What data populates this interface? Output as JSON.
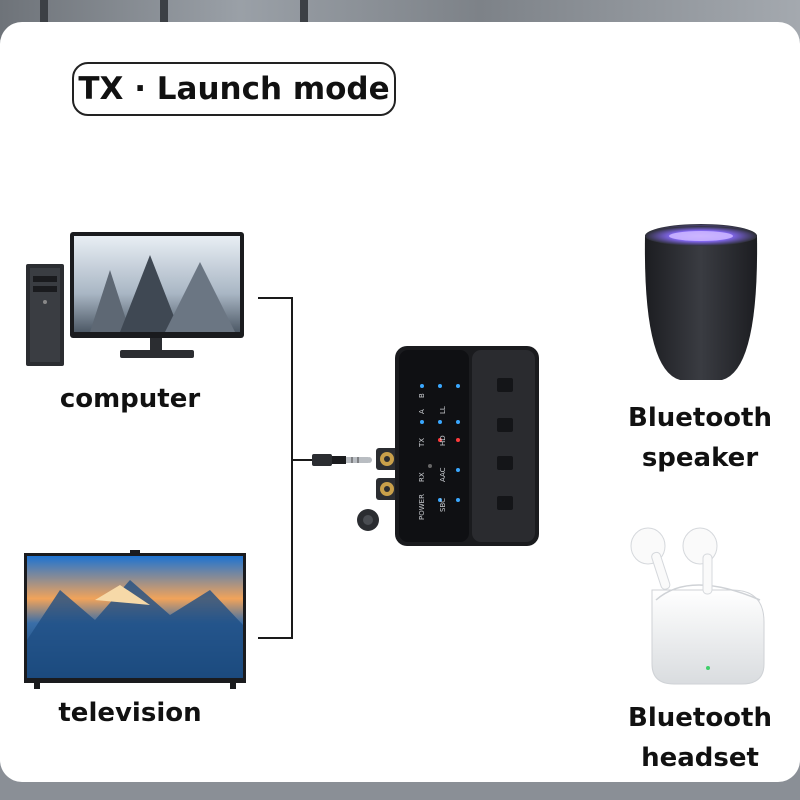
{
  "title": "TX · Launch mode",
  "devices": {
    "computer": "computer",
    "television": "television",
    "speaker": [
      "Bluetooth",
      "speaker"
    ],
    "headset": [
      "Bluetooth",
      "headset"
    ]
  },
  "transmitter": {
    "col1": [
      "POWER",
      "RX",
      "TX",
      "A"
    ],
    "col2": [
      "SBC",
      "AAC",
      "HD",
      "LL"
    ],
    "col3": [
      "B"
    ]
  },
  "colors": {
    "led_blue": "#3aa8ff",
    "led_red": "#ff3b3b",
    "connector_gold": "#c9a04a"
  }
}
